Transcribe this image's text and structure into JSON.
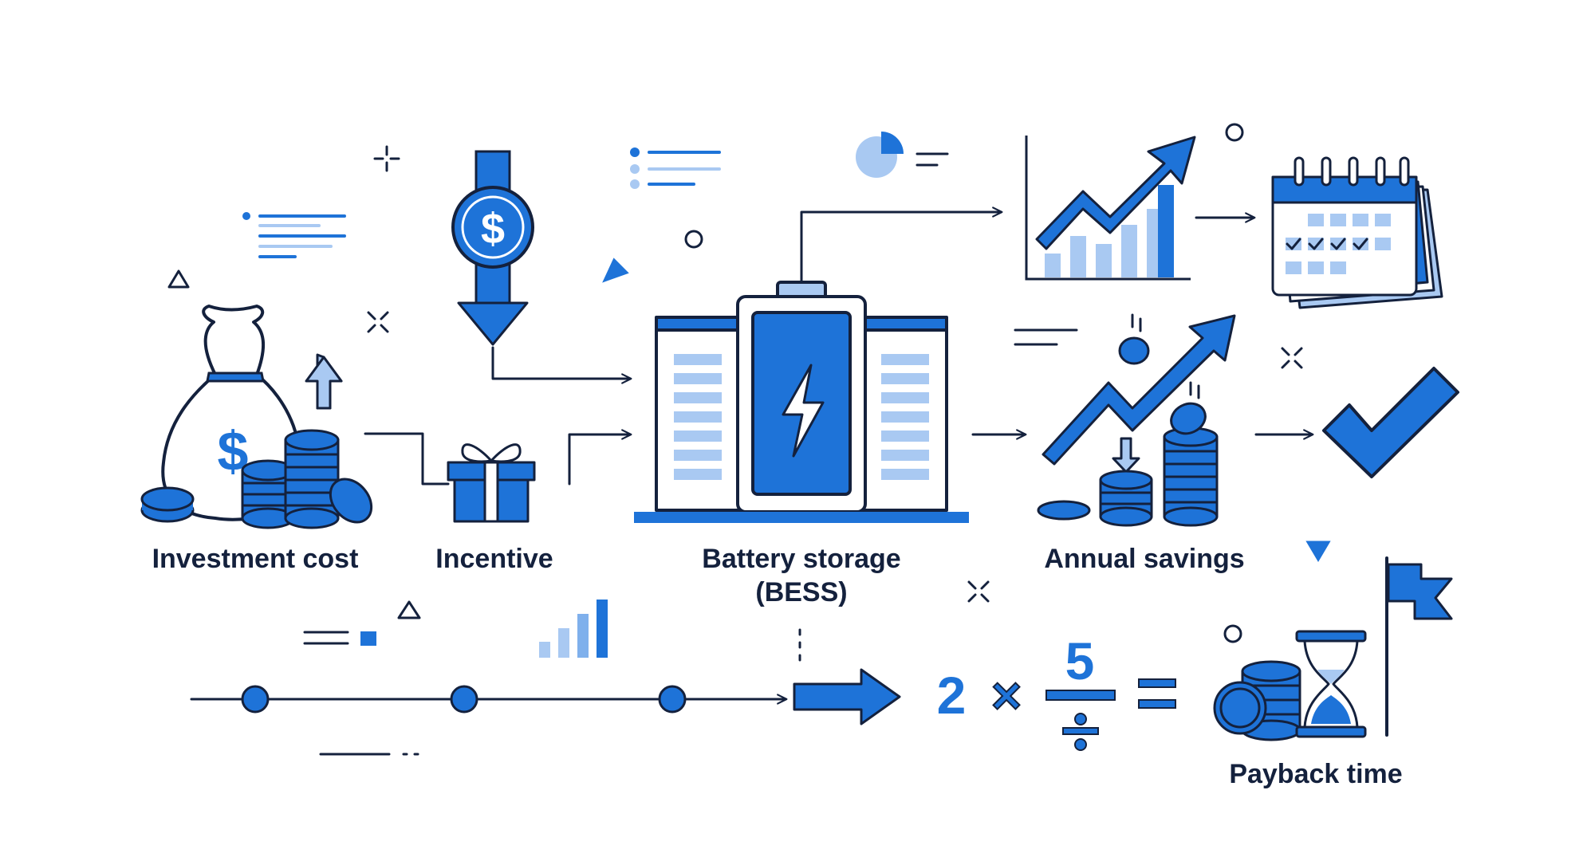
{
  "labels": {
    "investment_cost": "Investment cost",
    "incentive": "Incentive",
    "battery_line1": "Battery storage",
    "battery_line2": "(BESS)",
    "annual_savings": "Annual savings",
    "payback_time": "Payback time"
  },
  "formula": {
    "left_operand": "2",
    "operator": "×",
    "numerator": "5"
  },
  "icons": {
    "money_bag_symbol": "$",
    "coin_symbol": "$"
  },
  "colors": {
    "primary_blue": "#1e73d8",
    "light_blue": "#a9c9f2",
    "outline_navy": "#14213d"
  }
}
